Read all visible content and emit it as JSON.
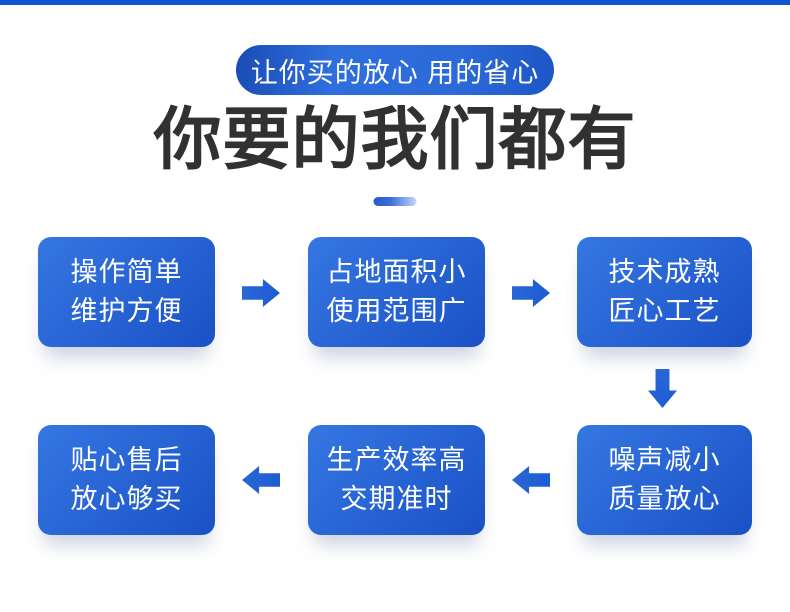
{
  "header": {
    "badge_label": "让你买的放心 用的省心",
    "title": "你要的我们都有"
  },
  "flow": {
    "boxes": [
      {
        "line1": "操作简单",
        "line2": "维护方便"
      },
      {
        "line1": "占地面积小",
        "line2": "使用范围广"
      },
      {
        "line1": "技术成熟",
        "line2": "匠心工艺"
      },
      {
        "line1": "噪声减小",
        "line2": "质量放心"
      },
      {
        "line1": "生产效率高",
        "line2": "交期准时"
      },
      {
        "line1": "贴心售后",
        "line2": "放心够买"
      }
    ]
  },
  "colors": {
    "accent_blue": "#0d56d2",
    "box_gradient_start": "#3577e2",
    "box_gradient_end": "#1a51c6",
    "badge_blue": "#2e6edd",
    "title_color": "#313131",
    "dash_gradient_end": "#c6d6f8",
    "text_on_blue": "#ffffff"
  }
}
